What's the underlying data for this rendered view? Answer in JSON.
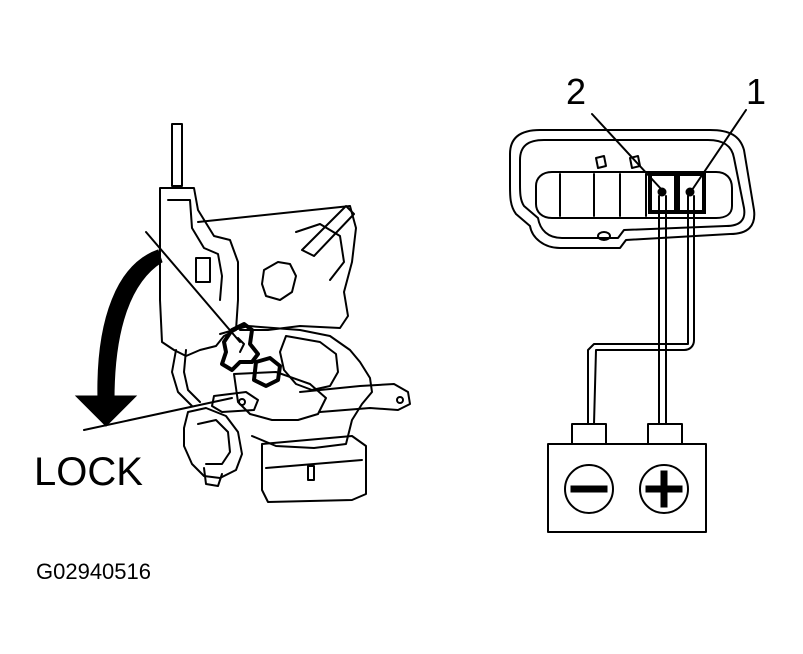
{
  "labels": {
    "lock": "LOCK",
    "figure_id": "G02940516",
    "pin_2": "2",
    "pin_1": "1"
  },
  "battery": {
    "negative_symbol": "minus-terminal-icon",
    "positive_symbol": "plus-terminal-icon"
  },
  "colors": {
    "ink": "#000000",
    "background": "#ffffff"
  }
}
